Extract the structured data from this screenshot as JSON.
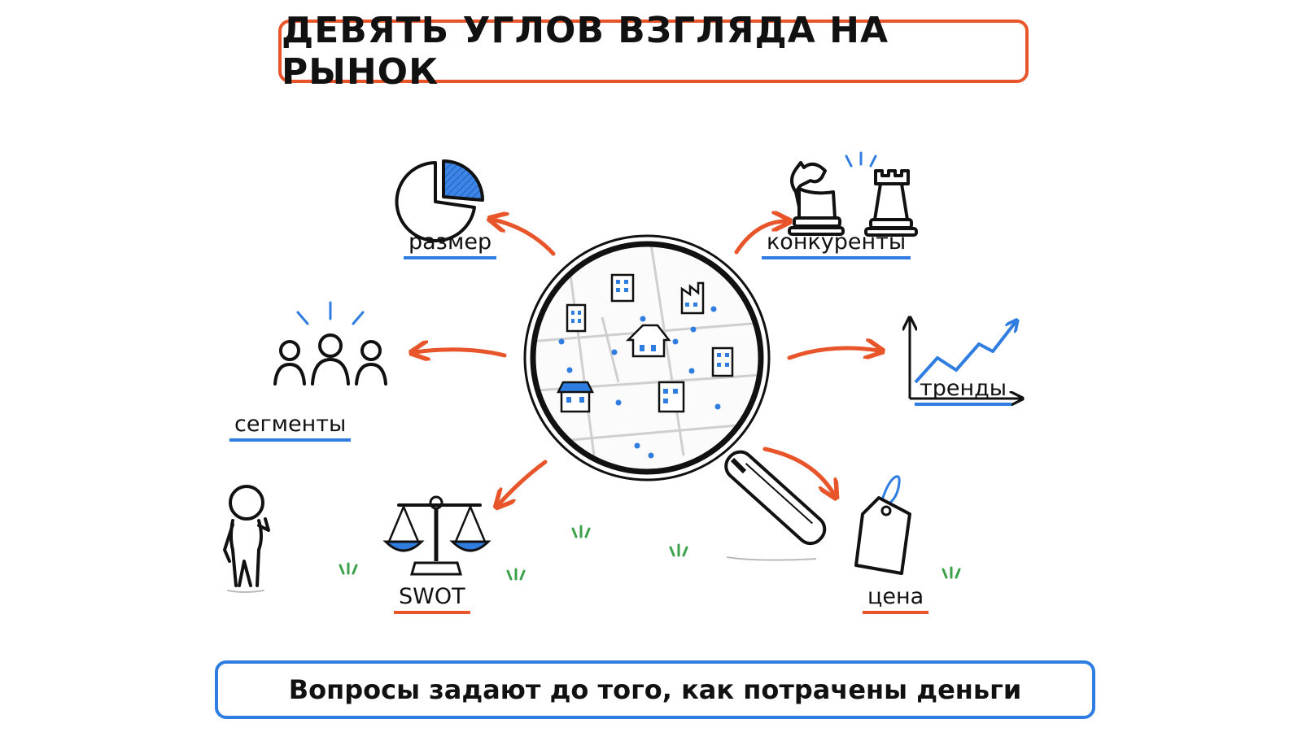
{
  "title": "ДЕВЯТЬ УГЛОВ ВЗГЛЯДА НА РЫНОК",
  "footer": "Вопросы задают до того, как потрачены деньги",
  "labels": {
    "size": "размер",
    "competitors": "конкуренты",
    "segments": "сегменты",
    "trends": "тренды",
    "swot": "SWOT",
    "price": "цена"
  },
  "colors": {
    "accent_orange": "#e8552a",
    "accent_blue": "#2f7de1",
    "ink": "#111111",
    "grass": "#3aa04a"
  },
  "icons": [
    "pie-chart-icon",
    "chess-pieces-icon",
    "people-icon",
    "trend-chart-icon",
    "scales-icon",
    "price-tag-icon",
    "thinking-person-icon",
    "magnifier-icon"
  ]
}
